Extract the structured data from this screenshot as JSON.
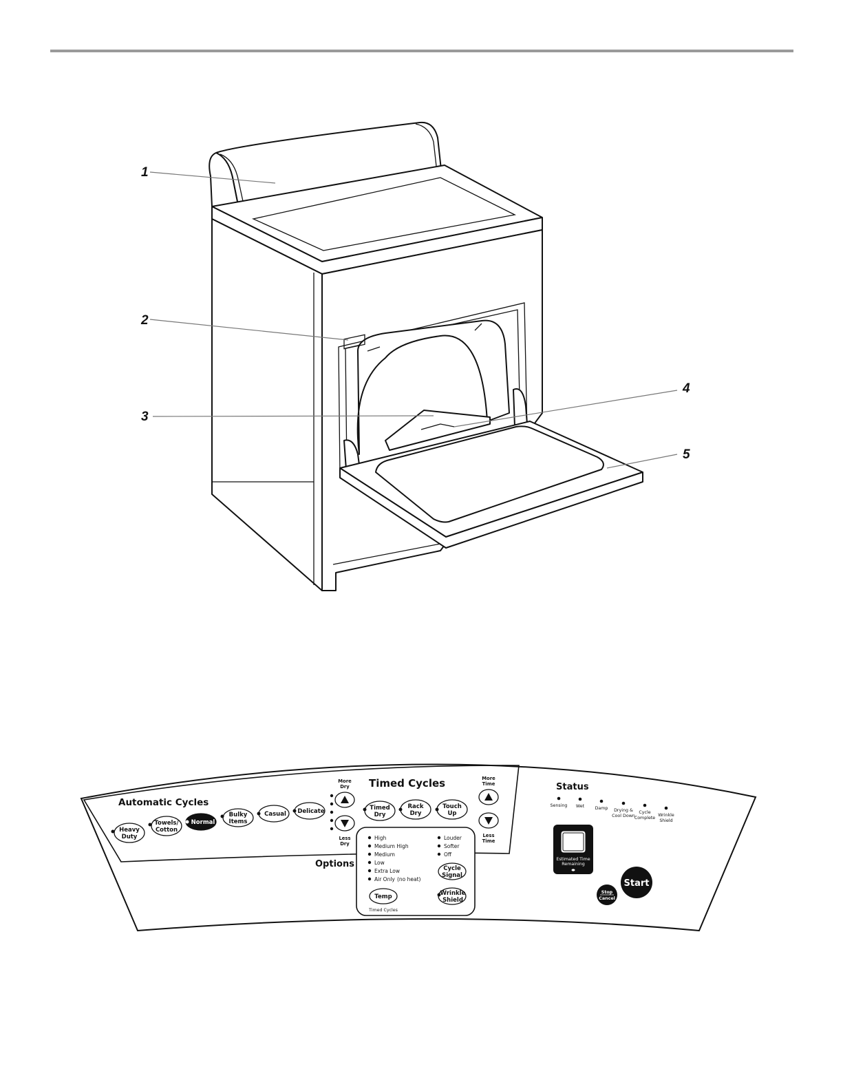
{
  "callouts": [
    "1",
    "2",
    "3",
    "4",
    "5"
  ],
  "panel": {
    "automatic_cycles": {
      "title": "Automatic Cycles",
      "buttons": [
        {
          "l1": "Heavy",
          "l2": "Duty"
        },
        {
          "l1": "Towels/",
          "l2": "Cotton"
        },
        {
          "l1": "Normal",
          "l2": ""
        },
        {
          "l1": "Bulky",
          "l2": "Items"
        },
        {
          "l1": "Casual",
          "l2": ""
        },
        {
          "l1": "Delicate",
          "l2": ""
        }
      ]
    },
    "dryness": {
      "up_l1": "More",
      "up_l2": "Dry",
      "down_l1": "Less",
      "down_l2": "Dry"
    },
    "timed_cycles": {
      "title": "Timed Cycles",
      "buttons": [
        {
          "l1": "Timed",
          "l2": "Dry"
        },
        {
          "l1": "Rack",
          "l2": "Dry"
        },
        {
          "l1": "Touch",
          "l2": "Up"
        }
      ],
      "time": {
        "up_l1": "More",
        "up_l2": "Time",
        "down_l1": "Less",
        "down_l2": "Time"
      }
    },
    "options": {
      "title": "Options",
      "temps": [
        "High",
        "Medium High",
        "Medium",
        "Low",
        "Extra Low",
        "Air Only"
      ],
      "air_only_note": "(no heat)",
      "temp_button": "Temp",
      "temp_note": "Timed Cycles",
      "signal_levels": [
        "Louder",
        "Softer",
        "Off"
      ],
      "cycle_signal": {
        "l1": "Cycle",
        "l2": "Signal"
      },
      "wrinkle_shield": {
        "l1": "Wrinkle",
        "l2": "Shield"
      }
    },
    "status": {
      "title": "Status",
      "indicators": [
        {
          "l1": "Sensing",
          "l2": ""
        },
        {
          "l1": "Wet",
          "l2": ""
        },
        {
          "l1": "Damp",
          "l2": ""
        },
        {
          "l1": "Drying &",
          "l2": "Cool Down"
        },
        {
          "l1": "Cycle",
          "l2": "Complete"
        },
        {
          "l1": "Wrinkle",
          "l2": "Shield"
        }
      ],
      "display_l1": "Estimated Time",
      "display_l2": "Remaining",
      "stop_l1": "Stop",
      "stop_l2": "Cancel",
      "start": "Start"
    }
  }
}
